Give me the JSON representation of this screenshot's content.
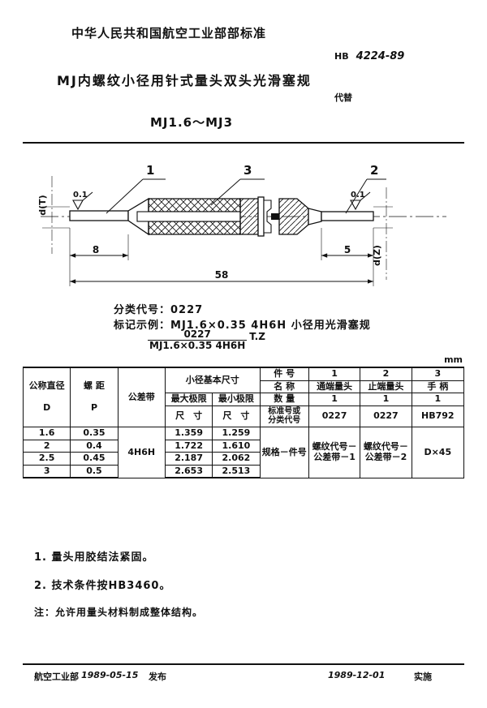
{
  "header": {
    "organization": "中华人民共和国航空工业部部标准",
    "title": "MJ内螺纹小径用针式量头双头光滑塞规",
    "range": "MJ1.6～MJ3",
    "standard_prefix": "HB",
    "standard_number": "4224-89",
    "replaces_label": "代替"
  },
  "drawing": {
    "callout_1": "1",
    "callout_2": "2",
    "callout_3": "3",
    "dim_left": "8",
    "dim_right": "5",
    "dim_total": "58",
    "label_dT": "d(T)",
    "label_dZ": "d(Z)",
    "finish_left": "0.1",
    "finish_right": "0.1"
  },
  "marking": {
    "class_code_label": "分类代号：",
    "class_code_value": "0227",
    "mark_example_label": "标记示例：",
    "mark_example_value": "MJ1.6×0.35  4H6H 小径用光滑塞规",
    "fraction_numerator": "0227",
    "fraction_denominator": "MJ1.6×0.35 4H6H",
    "fraction_suffix": "T.Z"
  },
  "table": {
    "unit": "mm",
    "left_headers": {
      "nominal_diameter": "公称直径",
      "nominal_diameter_symbol": "D",
      "pitch": "螺 距",
      "pitch_symbol": "P",
      "tolerance_band": "公差带",
      "minor_diameter_basic": "小径基本尺寸",
      "max_limit": "最大极限",
      "max_limit_2": "尺　寸",
      "min_limit": "最小极限",
      "min_limit_2": "尺　寸"
    },
    "right_headers": {
      "part_no": "件 号",
      "name": "名 称",
      "quantity": "数 量",
      "std_or_class_1": "标准号或",
      "std_or_class_2": "分类代号"
    },
    "parts": [
      {
        "no": "1",
        "name": "通端量头",
        "qty": "1",
        "code": "0227"
      },
      {
        "no": "2",
        "name": "止端量头",
        "qty": "1",
        "code": "0227"
      },
      {
        "no": "3",
        "name": "手 柄",
        "qty": "1",
        "code": "HB792"
      }
    ],
    "tolerance_band_value": "4H6H",
    "rows": [
      {
        "d": "1.6",
        "p": "0.35",
        "max": "1.359",
        "min": "1.259"
      },
      {
        "d": "2",
        "p": "0.4",
        "max": "1.722",
        "min": "1.610"
      },
      {
        "d": "2.5",
        "p": "0.45",
        "max": "2.187",
        "min": "2.062"
      },
      {
        "d": "3",
        "p": "0.5",
        "max": "2.653",
        "min": "2.513"
      }
    ],
    "spec_row": {
      "label": "规格－件号",
      "part1_line1": "螺纹代号－",
      "part1_line2": "公差带－1",
      "part2_line1": "螺纹代号－",
      "part2_line2": "公差带－2",
      "part3": "D×45"
    }
  },
  "notes": {
    "note1": "1.  量头用胶结法紧固。",
    "note2": "2.  技术条件按HB3460。",
    "note3": "注：允许用量头材料制成整体结构。"
  },
  "footer": {
    "issuer": "航空工业部",
    "issue_date": "1989-05-15",
    "publish_label": "发布",
    "effective_date": "1989-12-01",
    "effective_label": "实施"
  }
}
